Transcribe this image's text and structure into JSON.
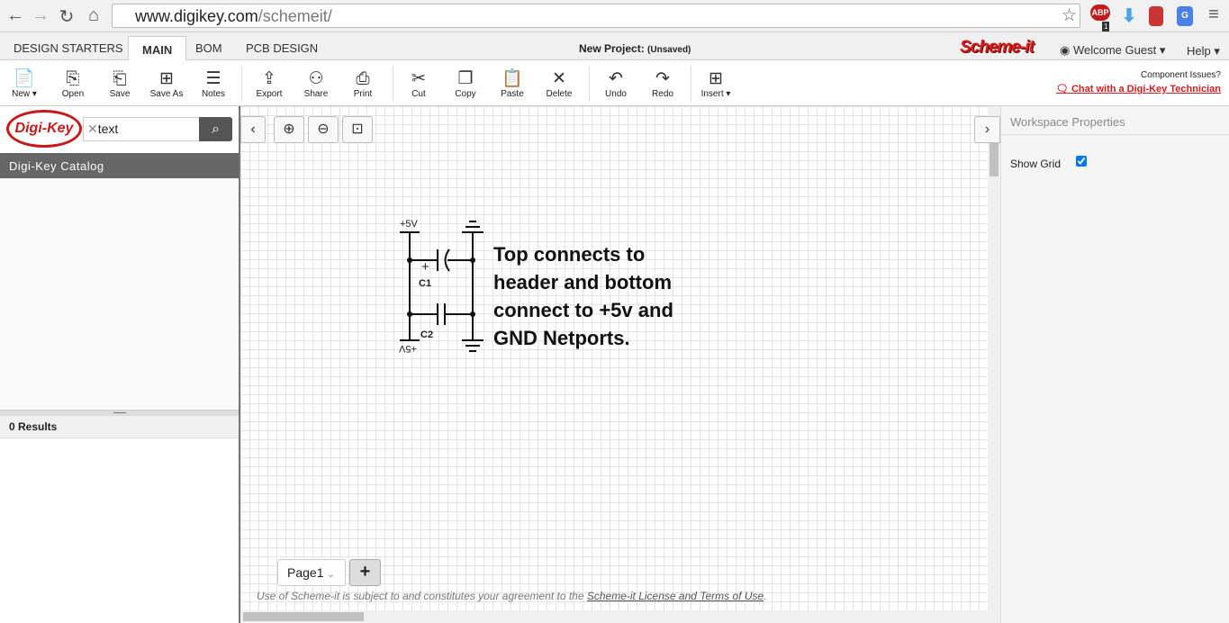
{
  "browser": {
    "url_host": "www.digikey.com",
    "url_path": "/schemeit/",
    "extensions": [
      "ABP",
      "download",
      "bookmark",
      "translate"
    ],
    "abp_count": "1"
  },
  "tabs": [
    {
      "label": "DESIGN STARTERS"
    },
    {
      "label": "MAIN"
    },
    {
      "label": "BOM"
    },
    {
      "label": "PCB DESIGN"
    }
  ],
  "project": {
    "title": "New Project:",
    "status": "(Unsaved)"
  },
  "brand": {
    "logo": "Scheme-it",
    "accent": "#d42020"
  },
  "user": {
    "welcome": "Welcome Guest ▾",
    "help": "Help ▾"
  },
  "toolbar": [
    {
      "label": "New ▾",
      "icon": "📄"
    },
    {
      "label": "Open",
      "icon": "⎘"
    },
    {
      "label": "Save",
      "icon": "⎗"
    },
    {
      "label": "Save As",
      "icon": "⊞"
    },
    {
      "label": "Notes",
      "icon": "☰"
    },
    {
      "label": "Export",
      "icon": "⇪"
    },
    {
      "label": "Share",
      "icon": "⚇"
    },
    {
      "label": "Print",
      "icon": "⎙"
    },
    {
      "label": "Cut",
      "icon": "✂"
    },
    {
      "label": "Copy",
      "icon": "❐"
    },
    {
      "label": "Paste",
      "icon": "📋"
    },
    {
      "label": "Delete",
      "icon": "✕"
    },
    {
      "label": "Undo",
      "icon": "↶"
    },
    {
      "label": "Redo",
      "icon": "↷"
    },
    {
      "label": "Insert ▾",
      "icon": "⊞"
    }
  ],
  "support": {
    "question": "Component Issues?",
    "chat": "Chat with a Digi-Key Technician"
  },
  "search": {
    "value": "text",
    "logo": "Digi-Key"
  },
  "catalog": {
    "title": "Digi-Key Catalog",
    "results": "0 Results"
  },
  "schematic": {
    "labels": {
      "vcc_top": "+5V",
      "vcc_bottom": "+5V",
      "c1": "C1",
      "c2": "C2",
      "plus": "+"
    },
    "note": [
      "Top connects to",
      "header and bottom",
      "connect to +5v and",
      "GND Netports."
    ]
  },
  "pages": {
    "current": "Page1",
    "add": "+"
  },
  "footer": {
    "text": "Use of Scheme-it is subject to and constitutes your agreement to the ",
    "link": "Scheme-it License and Terms of Use",
    "end": "."
  },
  "properties": {
    "title": "Workspace Properties",
    "show_grid_label": "Show Grid",
    "show_grid": true
  }
}
